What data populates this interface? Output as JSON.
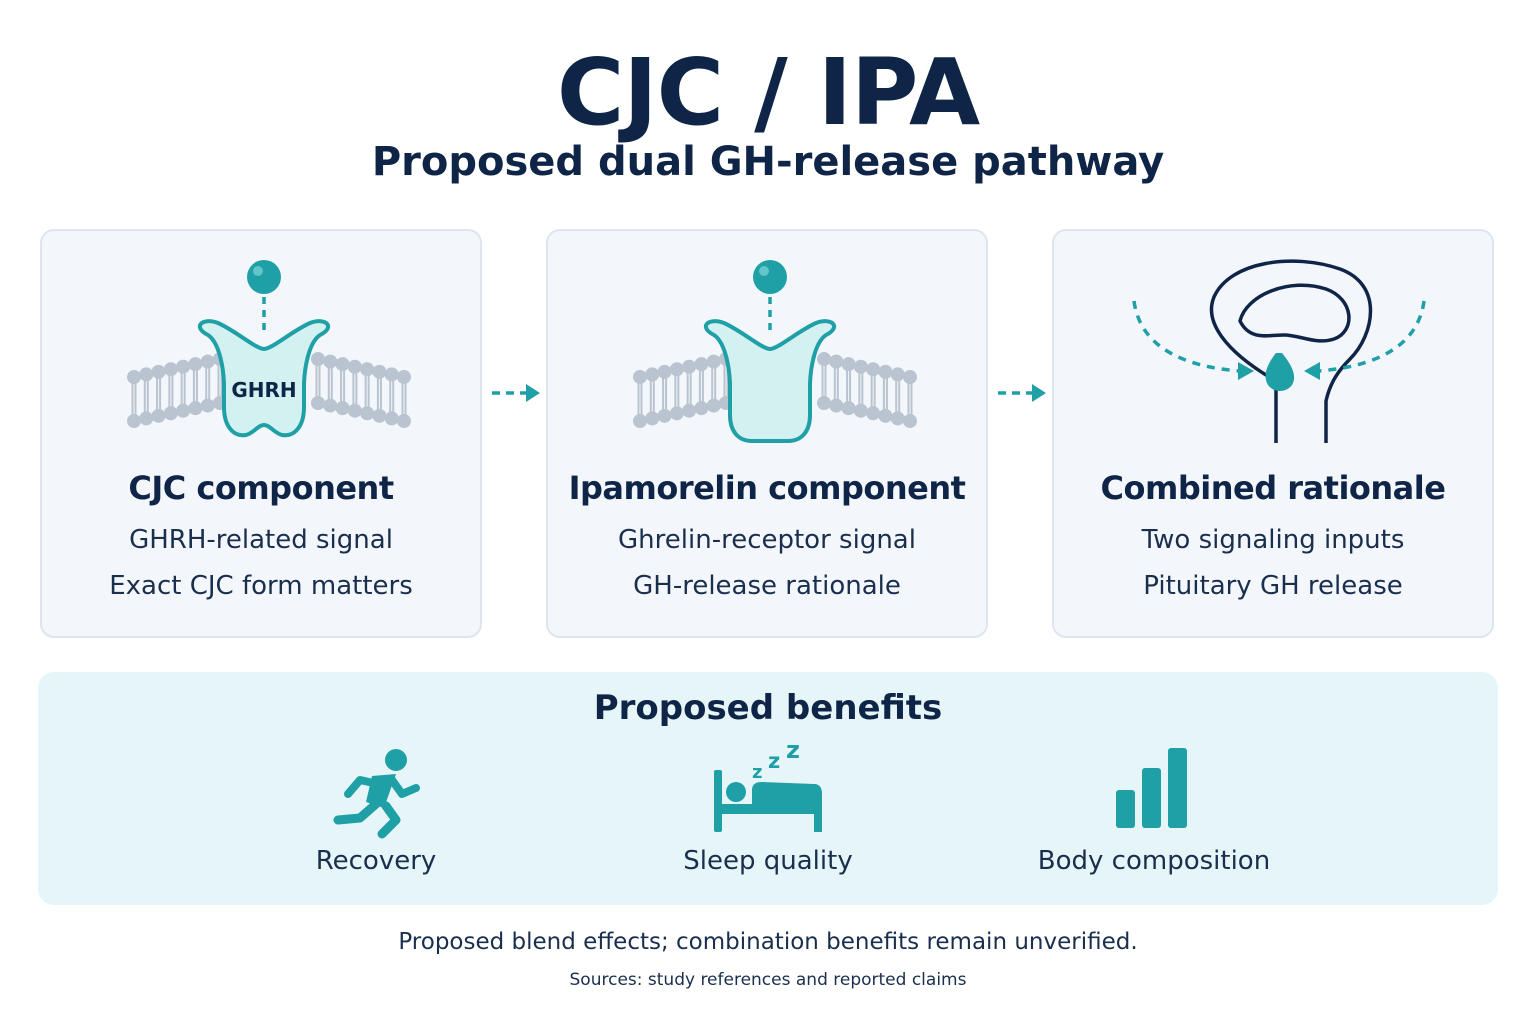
{
  "header": {
    "title": "CJC / IPA",
    "subtitle": "Proposed dual GH-release pathway"
  },
  "cards": [
    {
      "title": "CJC component",
      "lines": [
        "GHRH-related signal",
        "Exact CJC form matters"
      ],
      "receptor_label": "GHRH",
      "icon": "receptor-membrane-icon"
    },
    {
      "title": "Ipamorelin component",
      "lines": [
        "Ghrelin-receptor signal",
        "GH-release rationale"
      ],
      "icon": "receptor-membrane-icon"
    },
    {
      "title": "Combined rationale",
      "lines": [
        "Two signaling inputs",
        "Pituitary GH release"
      ],
      "icon": "brain-pituitary-icon"
    }
  ],
  "benefits": {
    "title": "Proposed benefits",
    "items": [
      {
        "label": "Recovery",
        "icon": "running-person-icon"
      },
      {
        "label": "Sleep quality",
        "icon": "sleeping-bed-icon"
      },
      {
        "label": "Body composition",
        "icon": "bar-chart-icon"
      }
    ]
  },
  "footer": {
    "note": "Proposed blend effects; combination benefits remain unverified.",
    "sources": "Sources: study references and reported claims"
  },
  "colors": {
    "teal": "#1f9fa6",
    "navy": "#0f2547",
    "card_bg": "#f3f6fa",
    "benefits_bg": "#e6f6f8"
  }
}
